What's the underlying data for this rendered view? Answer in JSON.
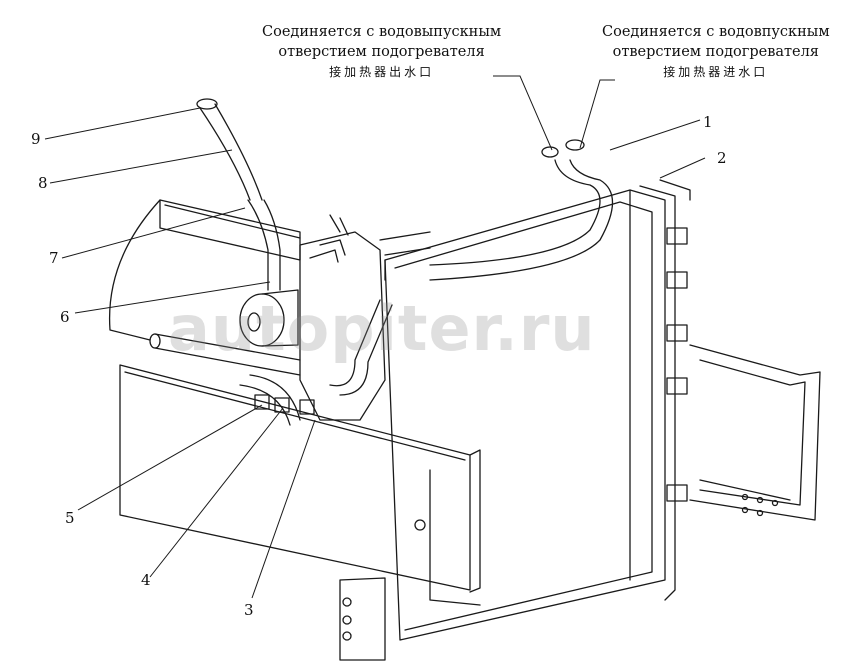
{
  "captions": {
    "outlet": {
      "ru_line1": "Соединяется с водовыпускным",
      "ru_line2": "отверстием подогревателя",
      "zh": "接加热器出水口"
    },
    "inlet": {
      "ru_line1": "Соединяется с водовпускным",
      "ru_line2": "отверстием подогревателя",
      "zh": "接加热器进水口"
    }
  },
  "callouts": [
    "1",
    "2",
    "3",
    "4",
    "5",
    "6",
    "7",
    "8",
    "9"
  ],
  "watermark": "autopiter.ru"
}
